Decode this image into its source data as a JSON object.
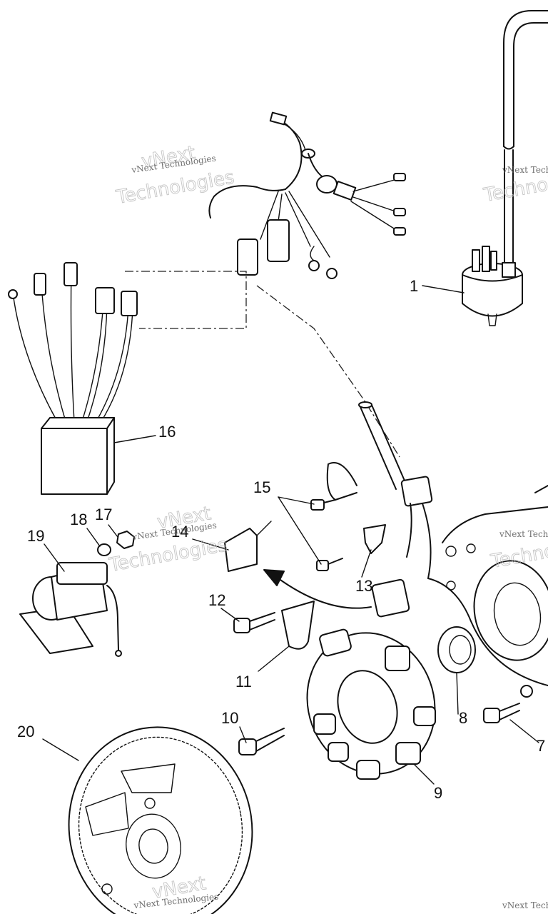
{
  "callouts": {
    "c1": "1",
    "c7": "7",
    "c8": "8",
    "c9": "9",
    "c10": "10",
    "c11": "11",
    "c12": "12",
    "c13": "13",
    "c14": "14",
    "c15": "15",
    "c16": "16",
    "c17": "17",
    "c18": "18",
    "c19": "19",
    "c20": "20"
  },
  "watermarks": {
    "big": "vNext",
    "small": "vNext Technologies",
    "big2": "Technologies"
  }
}
